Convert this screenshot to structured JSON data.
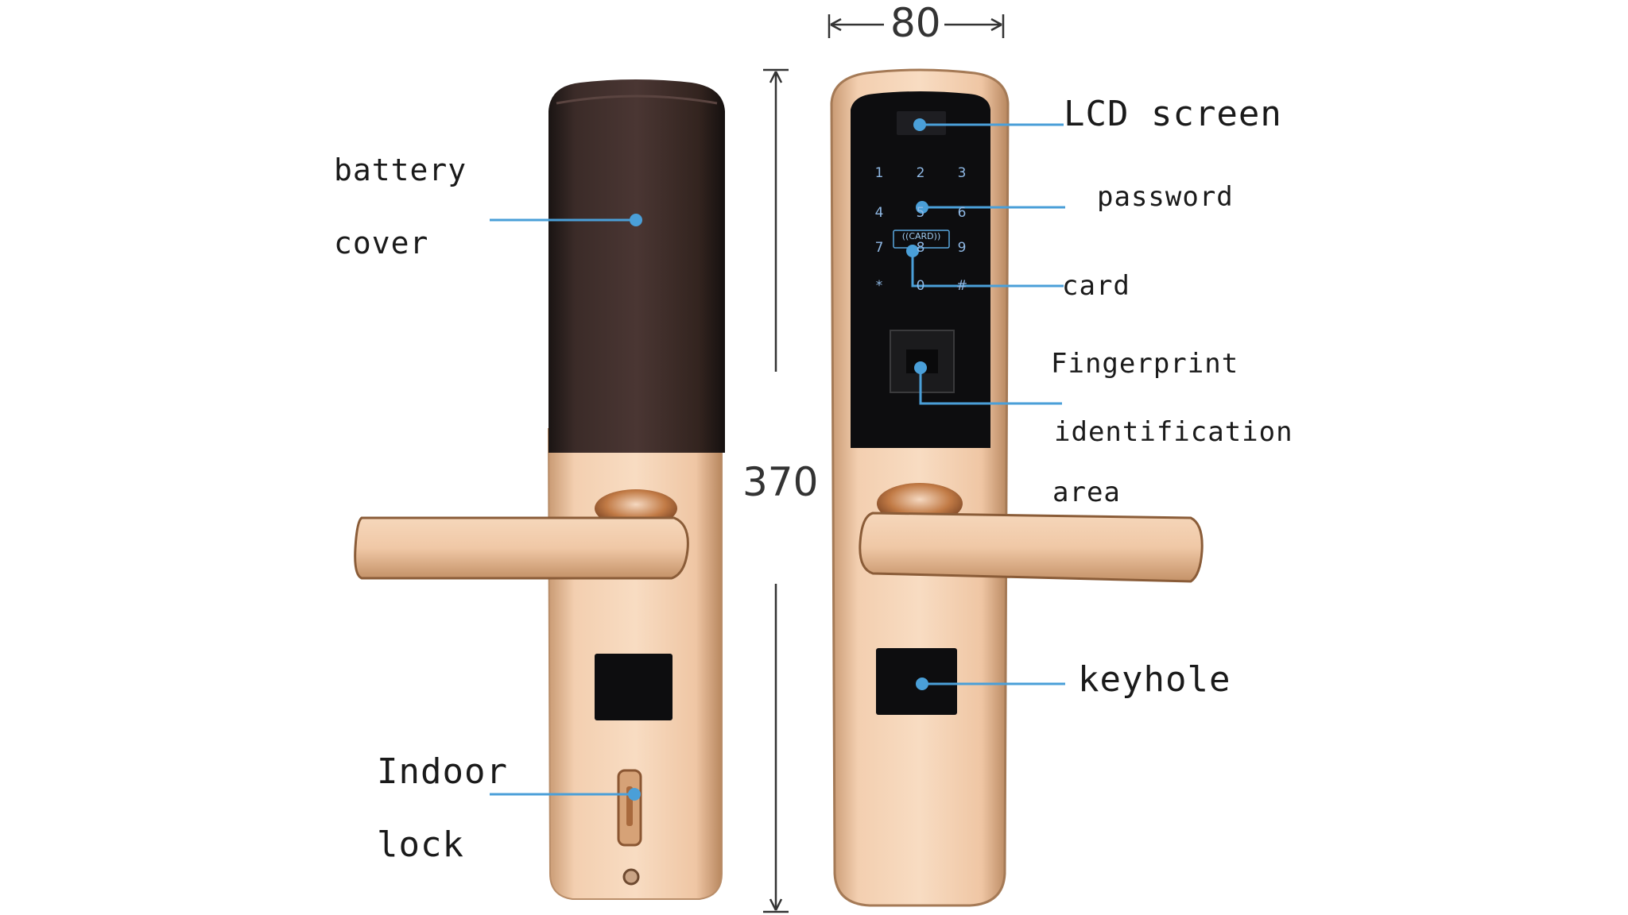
{
  "dimensions": {
    "width": "80",
    "height": "370"
  },
  "keypad": [
    "1",
    "2",
    "3",
    "4",
    "5",
    "6",
    "7",
    "8",
    "9",
    "*",
    "0",
    "#"
  ],
  "card_reader_text": "((CARD))",
  "labels": {
    "battery_1": "battery",
    "battery_2": "cover",
    "indoor_1": "Indoor",
    "indoor_2": "lock",
    "lcd": "LCD screen",
    "password": "password",
    "card": "card",
    "finger_1": "Fingerprint",
    "finger_2": "identification",
    "finger_3": "area",
    "keyhole": "keyhole"
  },
  "colors": {
    "gold": "#e8b896",
    "gold_dark": "#b07d55",
    "black_panel": "#0d0d0f",
    "leader": "#4a9fd8"
  }
}
